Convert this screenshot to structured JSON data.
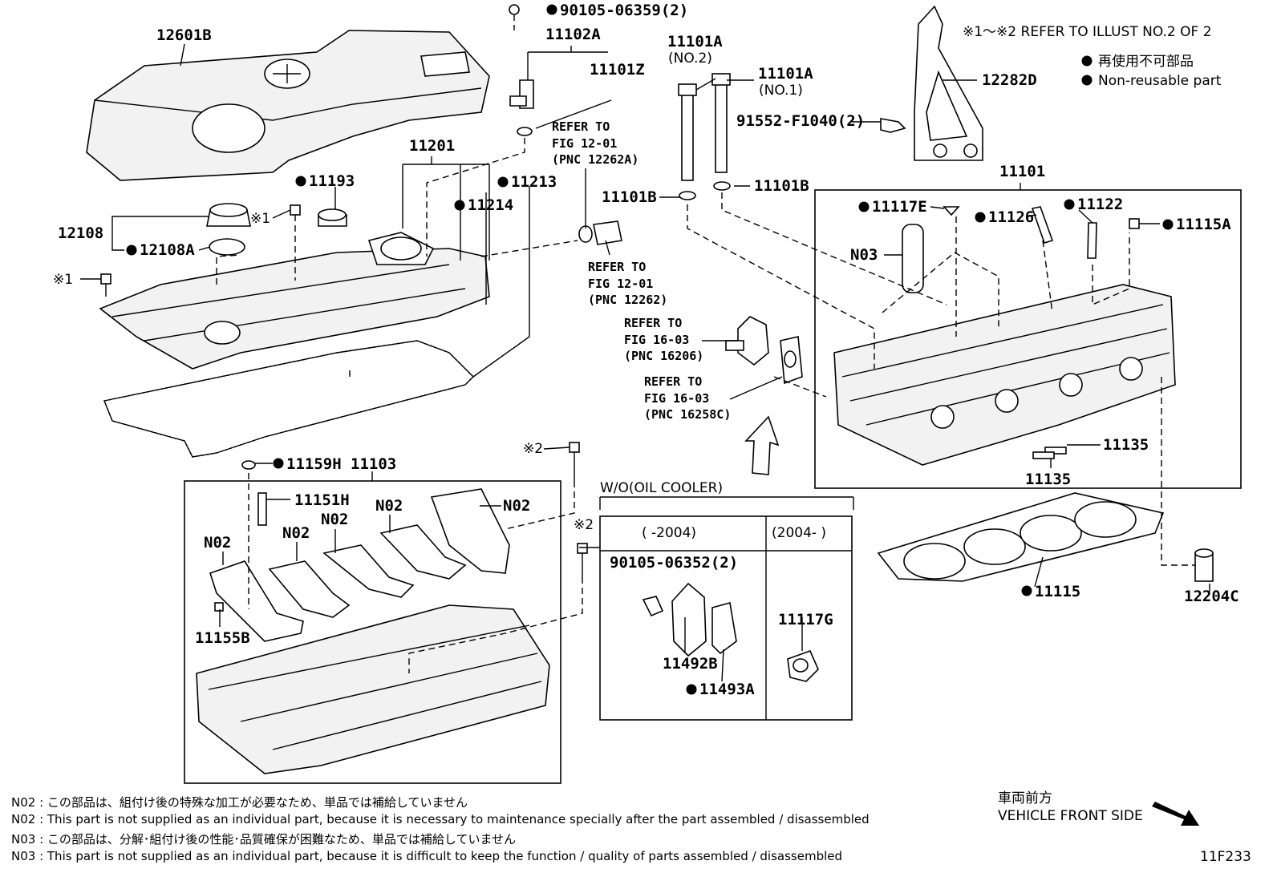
{
  "labels": {
    "p12601b": "12601B",
    "p90105_06359": "90105-06359(2)",
    "p11102a": "11102A",
    "p11101z": "11101Z",
    "refer1_l1": "REFER TO",
    "refer1_l2": "FIG 12-01",
    "refer1_l3": "(PNC 12262A)",
    "refer2_l1": "REFER TO",
    "refer2_l2": "FIG 12-01",
    "refer2_l3": "(PNC 12262)",
    "refer3_l1": "REFER TO",
    "refer3_l2": "FIG 16-03",
    "refer3_l3": "(PNC 16206)",
    "refer4_l1": "REFER TO",
    "refer4_l2": "FIG 16-03",
    "refer4_l3": "(PNC 16258C)",
    "p11101a_1": "11101A",
    "p11101a_1_sub": "(NO.2)",
    "p11101a_2": "11101A",
    "p11101a_2_sub": "(NO.1)",
    "p91552": "91552-F1040(2)",
    "p12282d": "12282D",
    "ref_note": "※1～※2  REFER TO ILLUST NO.2 OF 2",
    "legend_jp": "再使用不可部品",
    "legend_en": "Non-reusable part",
    "p11201": "11201",
    "p11193": "11193",
    "p11213": "11213",
    "p11214": "11214",
    "p12108": "12108",
    "p12108a": "12108A",
    "mark1a": "※1",
    "mark1b": "※1",
    "mark2a": "※2",
    "mark2b": "※2",
    "p11101b_l": "11101B",
    "p11101b_r": "11101B",
    "p11101": "11101",
    "p11117e": "11117E",
    "p11126": "11126",
    "p11122": "11122",
    "p11115a": "11115A",
    "n03": "N03",
    "p11135a": "11135",
    "p11135b": "11135",
    "p11159h": "11159H",
    "p11103": "11103",
    "p11151h": "11151H",
    "n02a": "N02",
    "n02b": "N02",
    "n02c": "N02",
    "n02d": "N02",
    "n02e": "N02",
    "p11155b": "11155B",
    "wo_oil": "W/O(OIL COOLER)",
    "col1": "(      -2004)",
    "col2": "(2004-      )",
    "p90105_06352": "90105-06352(2)",
    "p11492b": "11492B",
    "p11493a": "11493A",
    "p11117g": "11117G",
    "p11115": "11115",
    "p12204c": "12204C",
    "front_jp": "車両前方",
    "front_en": "VEHICLE FRONT SIDE",
    "fig_id": "11F233"
  },
  "notes": [
    "N02 : この部品は、組付け後の特殊な加工が必要なため、単品では補給していません",
    "N02 : This part is not supplied as an individual part, because it is necessary to maintenance specially after the part assembled / disassembled",
    "N03 : この部品は、分解･組付け後の性能･品質確保が困難なため、単品では補給していません",
    "N03 : This part is not supplied as an individual part, because it is difficult to keep the function / quality of parts  assembled / disassembled"
  ]
}
